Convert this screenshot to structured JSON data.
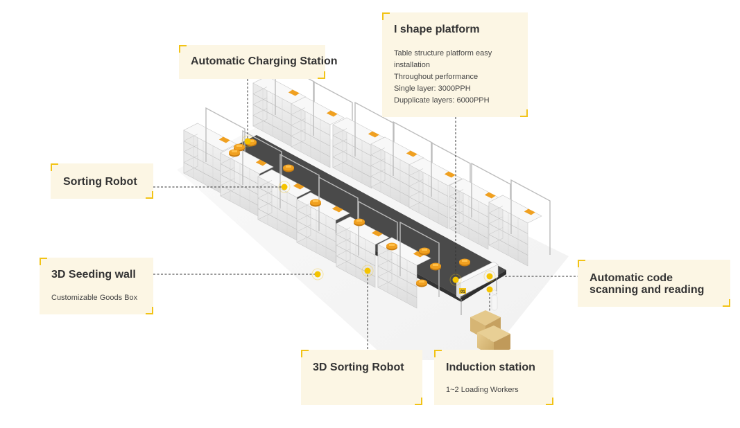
{
  "diagram": {
    "subject": "Goods-to-person robotic sorting system with I shape platform",
    "accent_color": "#f2c316",
    "callout_background": "#fcf6e4",
    "conveyor_color": "#4a4a4a",
    "robot_color": "#f0a020"
  },
  "callouts": {
    "charging": {
      "title": "Automatic Charging Station"
    },
    "ishape": {
      "title": "I shape platform",
      "lines": [
        "Table structure platform easy installation",
        "Throughout performance",
        "Single layer: 3000PPH",
        "Dupplicate layers: 6000PPH"
      ]
    },
    "sorting_robot": {
      "title": "Sorting Robot"
    },
    "seeding_wall": {
      "title": "3D Seeding wall",
      "desc": "Customizable Goods Box"
    },
    "code_scanning": {
      "title": "Automatic code scanning and reading"
    },
    "sorting_3d": {
      "title": "3D Sorting Robot"
    },
    "induction": {
      "title": "Induction station",
      "desc": "1~2 Loading Workers"
    }
  },
  "station_label": "01"
}
